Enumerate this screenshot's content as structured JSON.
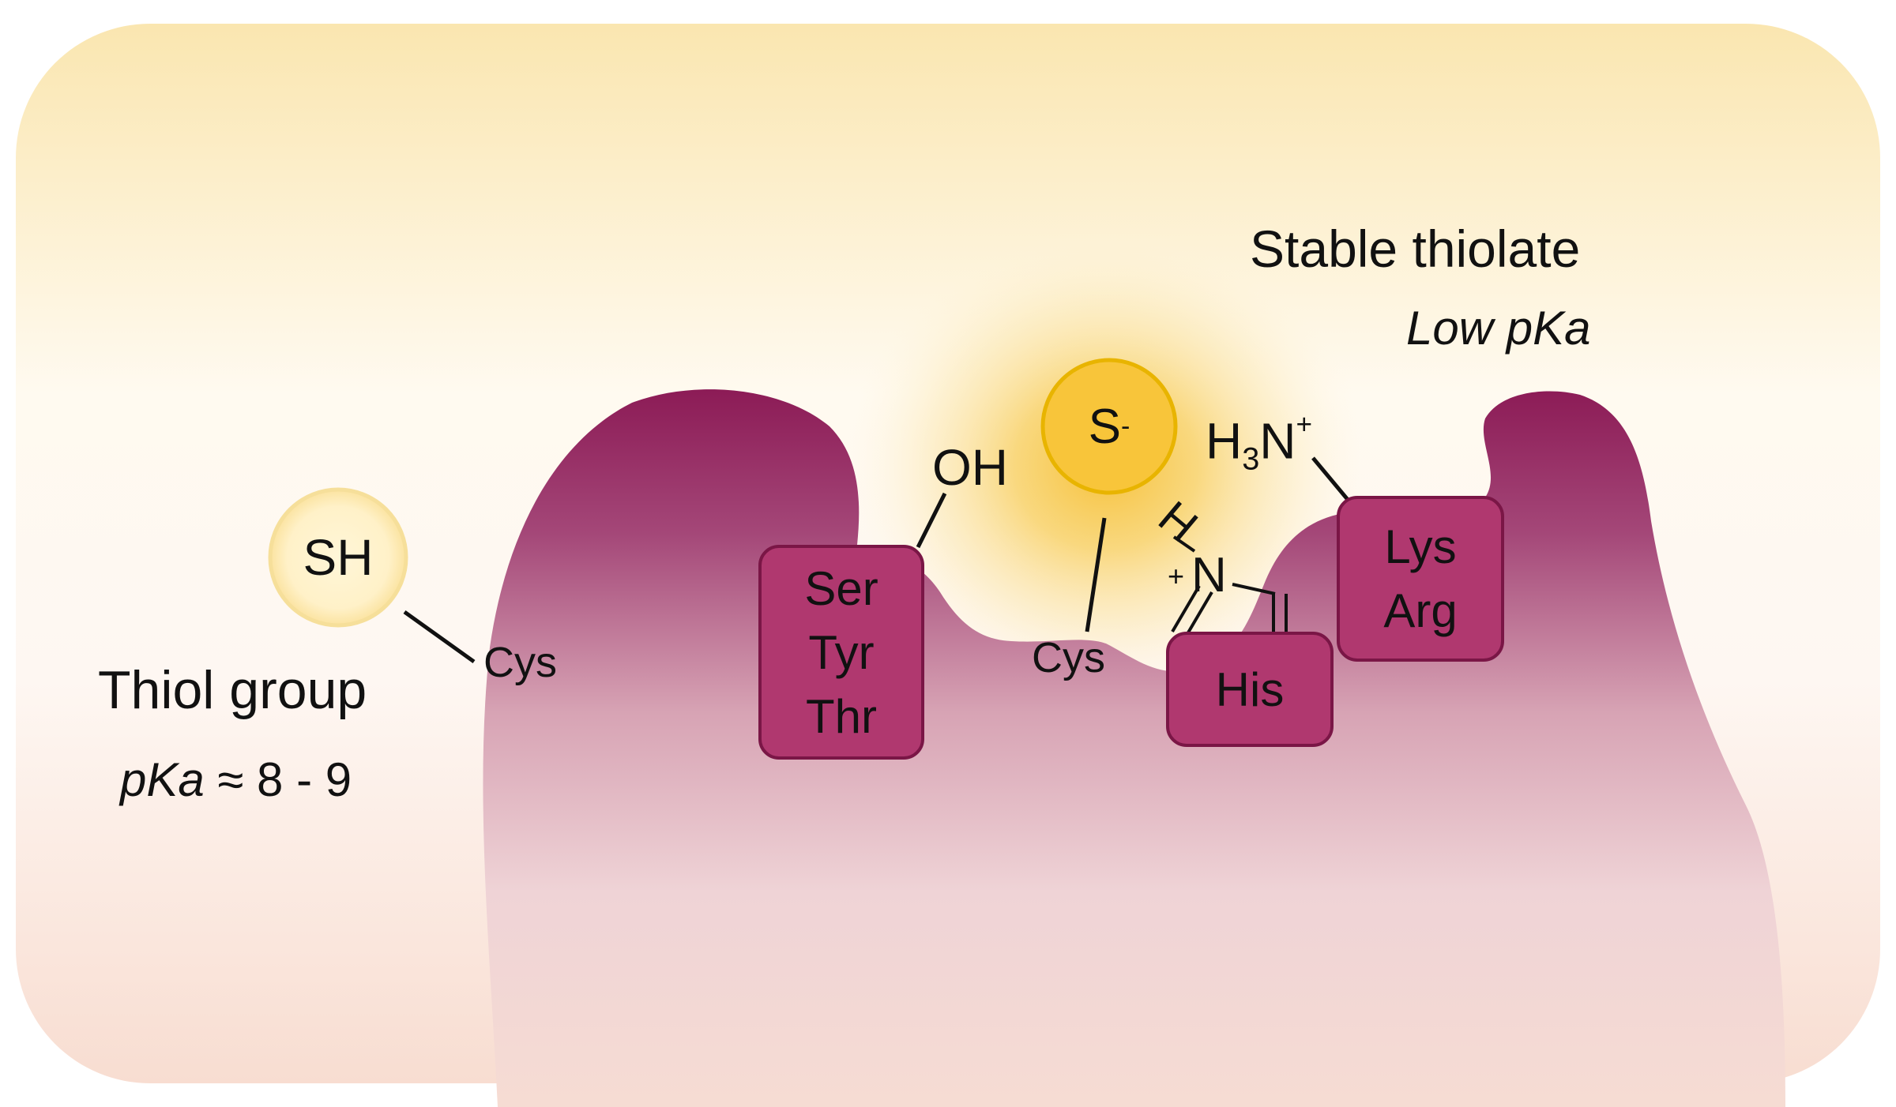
{
  "left_site": {
    "thiol_badge": "SH",
    "residue": "Cys",
    "title": "Thiol group",
    "pka_italic": "pKa",
    "pka_value": "≈ 8 - 9"
  },
  "right_site": {
    "title": "Stable thiolate",
    "subtitle": "Low pKa",
    "thiolate_badge": "S",
    "thiolate_charge": "-",
    "thiolate_residue": "Cys",
    "hydroxyl": "OH",
    "hydroxyl_residues": [
      "Ser",
      "Tyr",
      "Thr"
    ],
    "amine_h": "H",
    "amine_sub": "3",
    "amine_n": "N",
    "amine_charge": "+",
    "amine_residues": [
      "Lys",
      "Arg"
    ],
    "imidazole_h": "H",
    "imidazole_n": "N",
    "imidazole_charge": "+",
    "imidazole_residue": "His"
  },
  "colors": {
    "background_top": "#fae6b0",
    "background_bottom": "#f8ddd1",
    "protein_dark": "#8c1b56",
    "protein_light": "#efd3d6",
    "residue_fill": "#b0386f",
    "residue_border": "#7a1646",
    "glow": "#f7c84a",
    "badge_ring": "#e8b400"
  }
}
